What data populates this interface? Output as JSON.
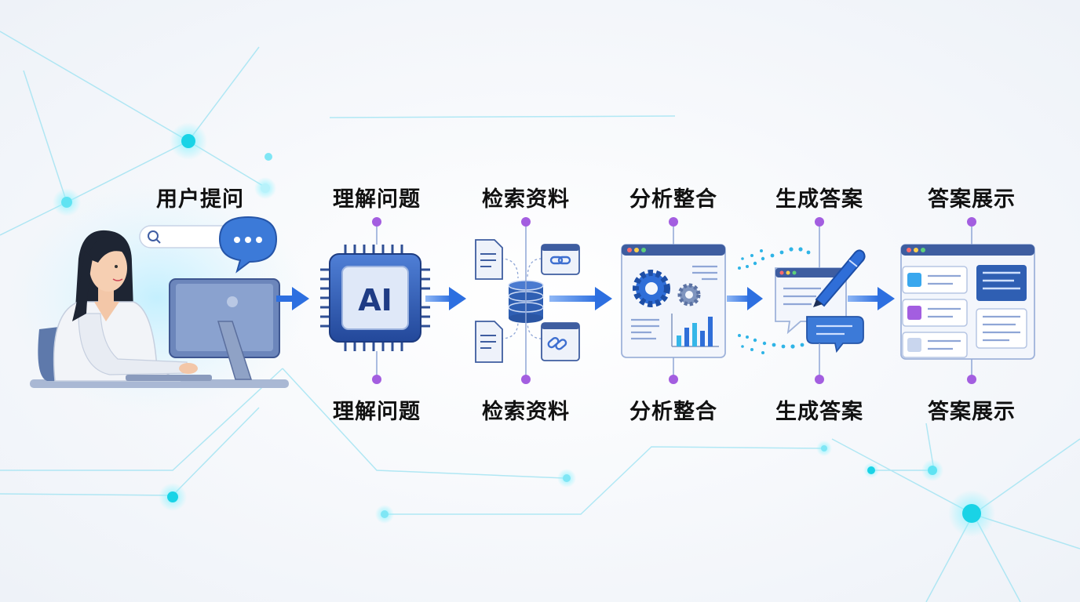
{
  "steps": [
    {
      "label_top": "用户提问",
      "icon": "user-at-computer-icon"
    },
    {
      "label_top": "理解问题",
      "label_bottom": "理解问题",
      "icon": "ai-chip-icon"
    },
    {
      "label_top": "检索资料",
      "label_bottom": "检索资料",
      "icon": "database-icon"
    },
    {
      "label_top": "分析整合",
      "label_bottom": "分析整合",
      "icon": "analytics-window-icon"
    },
    {
      "label_top": "生成答案",
      "label_bottom": "生成答案",
      "icon": "pen-document-icon"
    },
    {
      "label_top": "答案展示",
      "label_bottom": "答案展示",
      "icon": "dashboard-icon"
    }
  ],
  "chip_text": "AI",
  "colors": {
    "primary": "#2f5fb3",
    "arrow": "#2d6fe0",
    "accent_purple": "#a35ee0",
    "glow": "#19d3e6",
    "text": "#111111"
  }
}
